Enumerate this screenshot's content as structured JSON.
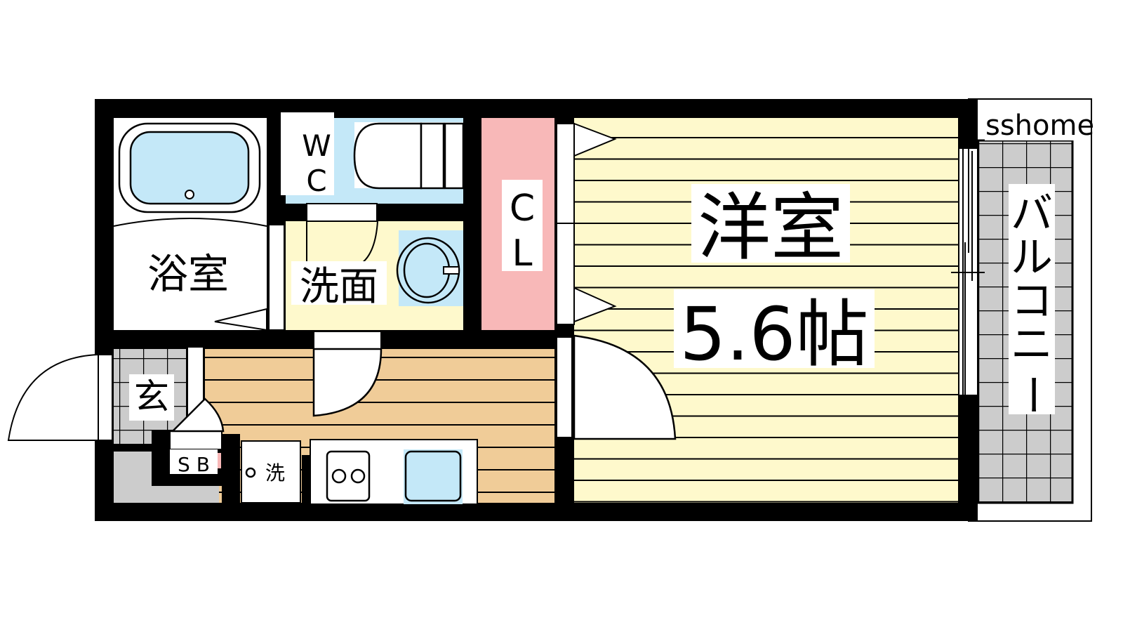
{
  "floorplan": {
    "watermark": "sshome",
    "rooms": {
      "bath": "浴室",
      "wc_w": "W",
      "wc_c": "C",
      "washroom": "洗面",
      "closet_c": "C",
      "closet_l": "L",
      "western_room": "洋室",
      "western_size": "5.6帖",
      "balcony": [
        "バ",
        "ル",
        "コ",
        "ニ",
        "ー"
      ],
      "entrance": "玄",
      "shoe_box": "S B",
      "washer": "洗"
    },
    "colors": {
      "wall": "#000000",
      "western_floor": "#fef9cc",
      "kitchen_floor": "#f0cc98",
      "wc": "#c4e8f8",
      "closet": "#f8b8b8",
      "tile": "#cccccc",
      "fixture": "#c4e8f8"
    }
  }
}
